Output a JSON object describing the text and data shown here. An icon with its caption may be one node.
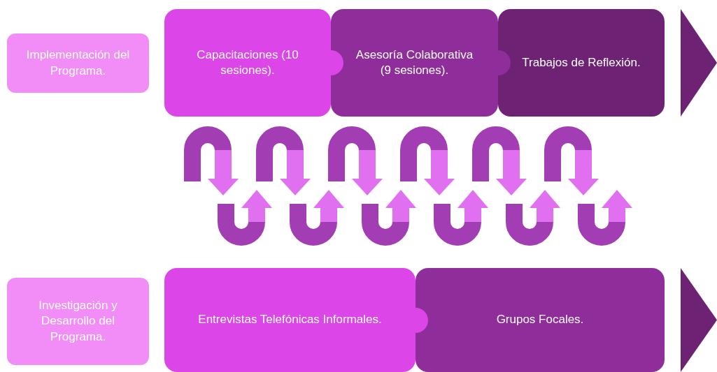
{
  "diagram": {
    "nodes": [
      {
        "text": [
          "Implementación del Programa."
        ]
      },
      {
        "text": [
          "Capacitaciones (10 sesiones)."
        ]
      },
      {
        "text": [
          "Asesoría Colaborativa (9 sesiones)."
        ]
      },
      {
        "text": [
          "Trabajos de Reflexión."
        ]
      },
      {
        "text": [],
        "shape": "triangle"
      },
      {
        "text": [
          "Investigación y Desarrollo del Programa."
        ]
      },
      {
        "text": [
          "Entrevistas Telefónicas Informales."
        ]
      },
      {
        "text": [
          "Grupos Focales."
        ]
      },
      {
        "text": [],
        "shape": "triangle"
      }
    ]
  }
}
